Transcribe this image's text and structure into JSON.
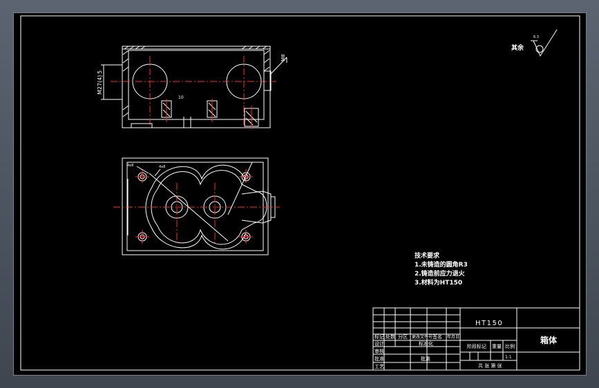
{
  "drawing": {
    "surface_finish": {
      "label": "其余",
      "value": "6.3"
    },
    "dimensions": {
      "height_1": "M27(4)",
      "height_2": "5",
      "thread": "M8",
      "annotation_1": "10",
      "hole_1": "4x8",
      "hole_2": "4x8"
    },
    "tech_requirements": {
      "title": "技术要求",
      "items": [
        "1.未铸造的圆角R3",
        "2.铸造前应力退火",
        "3.材料为HT150"
      ]
    },
    "title_block": {
      "material": "HT150",
      "part_name": "箱体",
      "labels": {
        "mark": "标记",
        "count": "处数",
        "zone": "分区",
        "change_no": "更改文件号",
        "signature": "签名",
        "date": "年月日",
        "design": "设计",
        "standardize": "标准化",
        "check": "审核",
        "process": "工艺",
        "approve": "批准",
        "stage_mark": "阶段标记",
        "weight": "重量",
        "scale": "比例",
        "sheet": "共 张 第 张",
        "scale_value": "1:1"
      }
    }
  }
}
